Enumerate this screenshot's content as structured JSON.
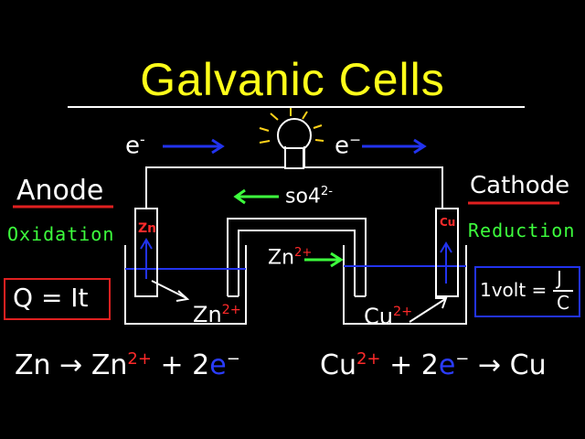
{
  "title": "Galvanic Cells",
  "anode": {
    "label": "Anode",
    "process": "Oxidation",
    "electrode": "Zn"
  },
  "cathode": {
    "label": "Cathode",
    "process": "Reduction",
    "electrode": "Cu"
  },
  "wire": {
    "electron_left": "e",
    "electron_left_charge": "-",
    "electron_right": "e",
    "electron_right_charge": "−"
  },
  "salt_bridge": {
    "ion": "so4",
    "ion_charge": "2-"
  },
  "migrating_ion": {
    "symbol": "Zn",
    "charge": "2+"
  },
  "left_beaker_ion": {
    "symbol": "Zn",
    "charge": "2+"
  },
  "right_beaker_ion": {
    "symbol": "Cu",
    "charge": "2+"
  },
  "formula_charge": "Q = It",
  "formula_volt": {
    "lhs": "1volt =",
    "num": "J",
    "den": "C"
  },
  "anode_reaction": {
    "reactant": "Zn",
    "arrow": "→",
    "product": "Zn",
    "product_charge": "2+",
    "plus": "+ 2",
    "electron": "e",
    "electron_charge": "−"
  },
  "cathode_reaction": {
    "reactant": "Cu",
    "reactant_charge": "2+",
    "plus": "+ 2",
    "electron": "e",
    "electron_charge": "−",
    "arrow": "→",
    "product": "Cu"
  },
  "colors": {
    "title": "#ffff1a",
    "arrow_blue": "#2233ee",
    "arrow_green": "#3dff3d",
    "box_red": "#e02020",
    "electrode_label": "#ff2a2a"
  }
}
